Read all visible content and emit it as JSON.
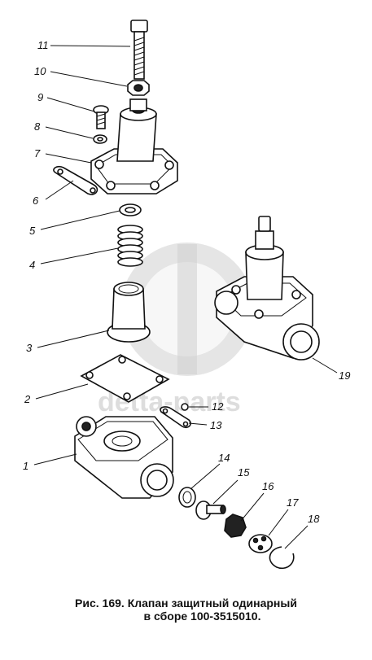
{
  "labels": {
    "p1": "1",
    "p2": "2",
    "p3": "3",
    "p4": "4",
    "p5": "5",
    "p6": "6",
    "p7": "7",
    "p8": "8",
    "p9": "9",
    "p10": "10",
    "p11": "11",
    "p12": "12",
    "p13": "13",
    "p14": "14",
    "p15": "15",
    "p16": "16",
    "p17": "17",
    "p18": "18",
    "p19": "19"
  },
  "watermark": {
    "text": "detta-parts"
  },
  "caption": {
    "line1": "Рис. 169. Клапан защитный одинарный",
    "line2": "в сборе 100-3515010."
  }
}
